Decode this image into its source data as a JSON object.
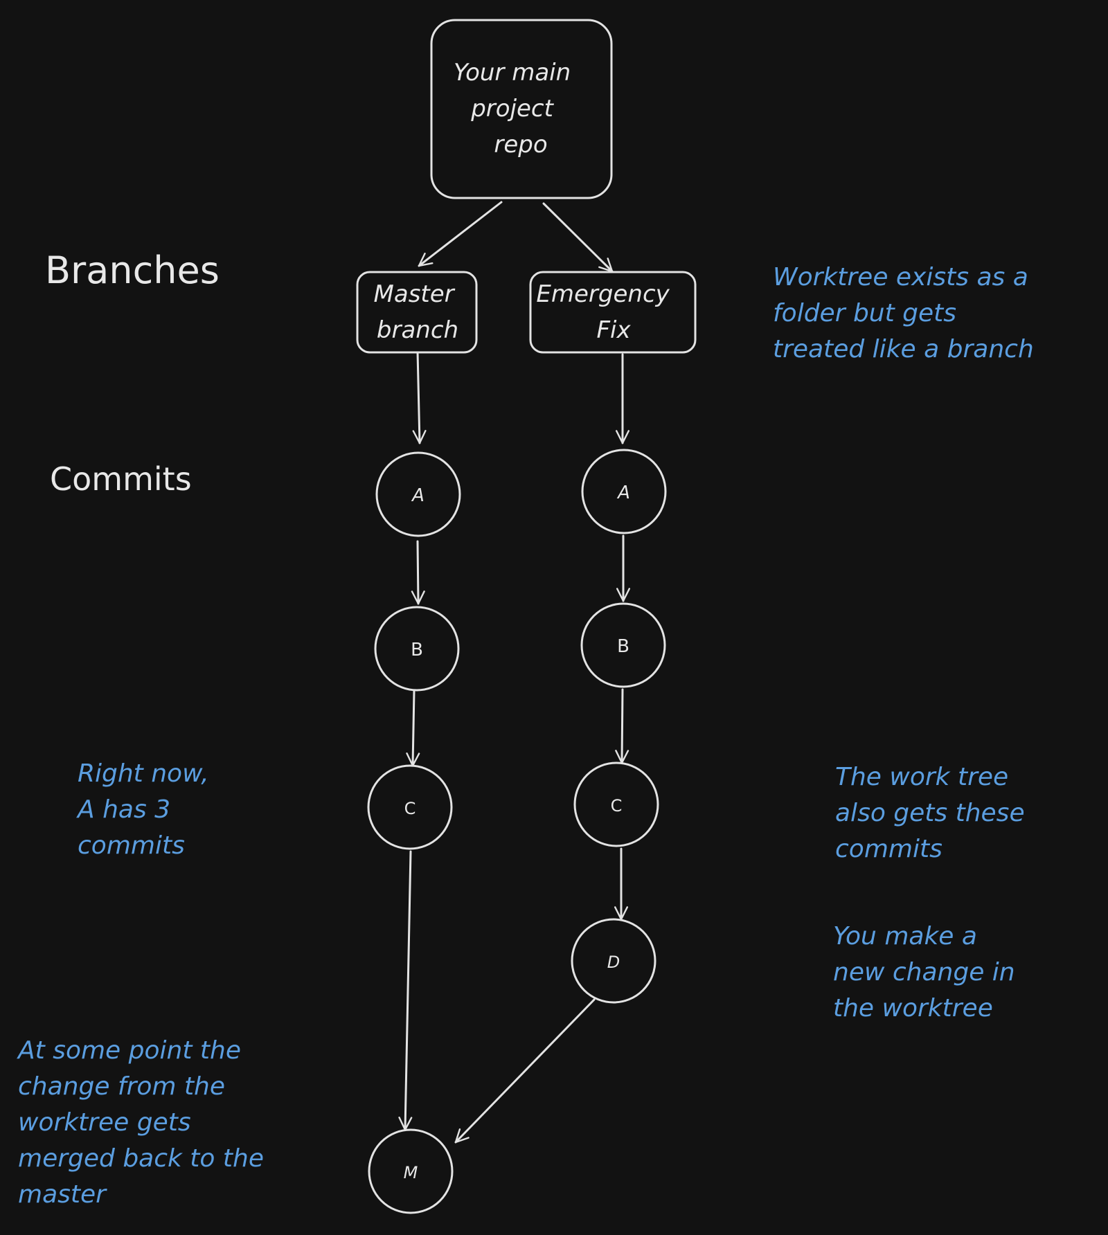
{
  "repo": {
    "lines": [
      "Your main",
      "project",
      "repo"
    ]
  },
  "section_labels": {
    "branches": "Branches",
    "commits": "Commits"
  },
  "branches": {
    "master": {
      "lines": [
        "Master",
        "branch"
      ]
    },
    "emergency": {
      "lines": [
        "Emergency",
        "Fix"
      ]
    }
  },
  "commits": {
    "master": [
      "A",
      "B",
      "C"
    ],
    "emergency": [
      "A",
      "B",
      "C",
      "D"
    ],
    "merge": "M"
  },
  "notes": {
    "worktree": [
      "Worktree exists as a",
      "folder but gets",
      "treated like a branch"
    ],
    "right_now": [
      "Right now,",
      "A has 3",
      "commits"
    ],
    "also_gets": [
      "The work tree",
      "also gets these",
      "commits"
    ],
    "new_change": [
      "You make a",
      "new change in",
      "the worktree"
    ],
    "merged": [
      "At some point the",
      "change from the",
      "worktree gets",
      "merged back to the",
      "master"
    ]
  },
  "colors": {
    "background": "#121212",
    "stroke": "#e3e3e3",
    "note_blue": "#5b9ee0"
  }
}
